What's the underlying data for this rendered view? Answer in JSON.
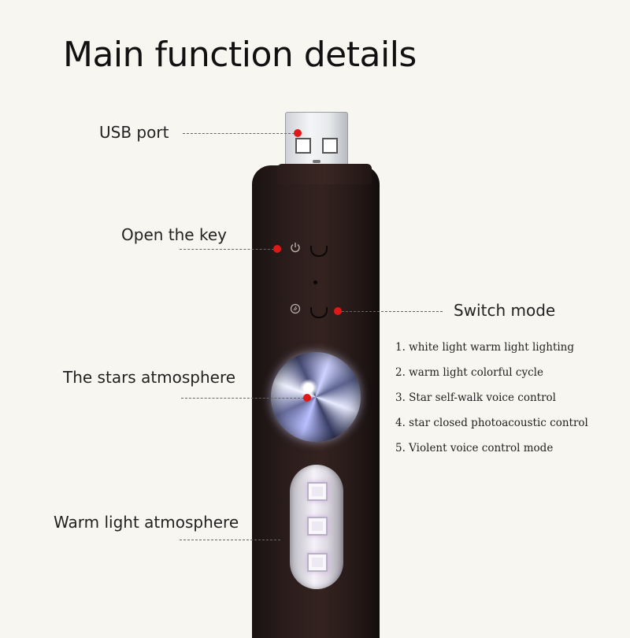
{
  "title": "Main function details",
  "labels": {
    "usb_port": "USB port",
    "open_key": "Open the key",
    "switch_mode": "Switch mode",
    "stars": "The stars atmosphere",
    "warm": "Warm light atmosphere"
  },
  "modes": [
    "1. white light warm light lighting",
    "2. warm light colorful cycle",
    "3. Star self-walk voice control",
    "4. star closed photoacoustic control",
    "5. Violent voice control mode"
  ],
  "icons": {
    "power": "power-icon",
    "mode": "mode-icon"
  },
  "colors": {
    "callout_dot": "#e01818",
    "device_body": "#2c1e1d",
    "background": "#f7f6f1"
  }
}
